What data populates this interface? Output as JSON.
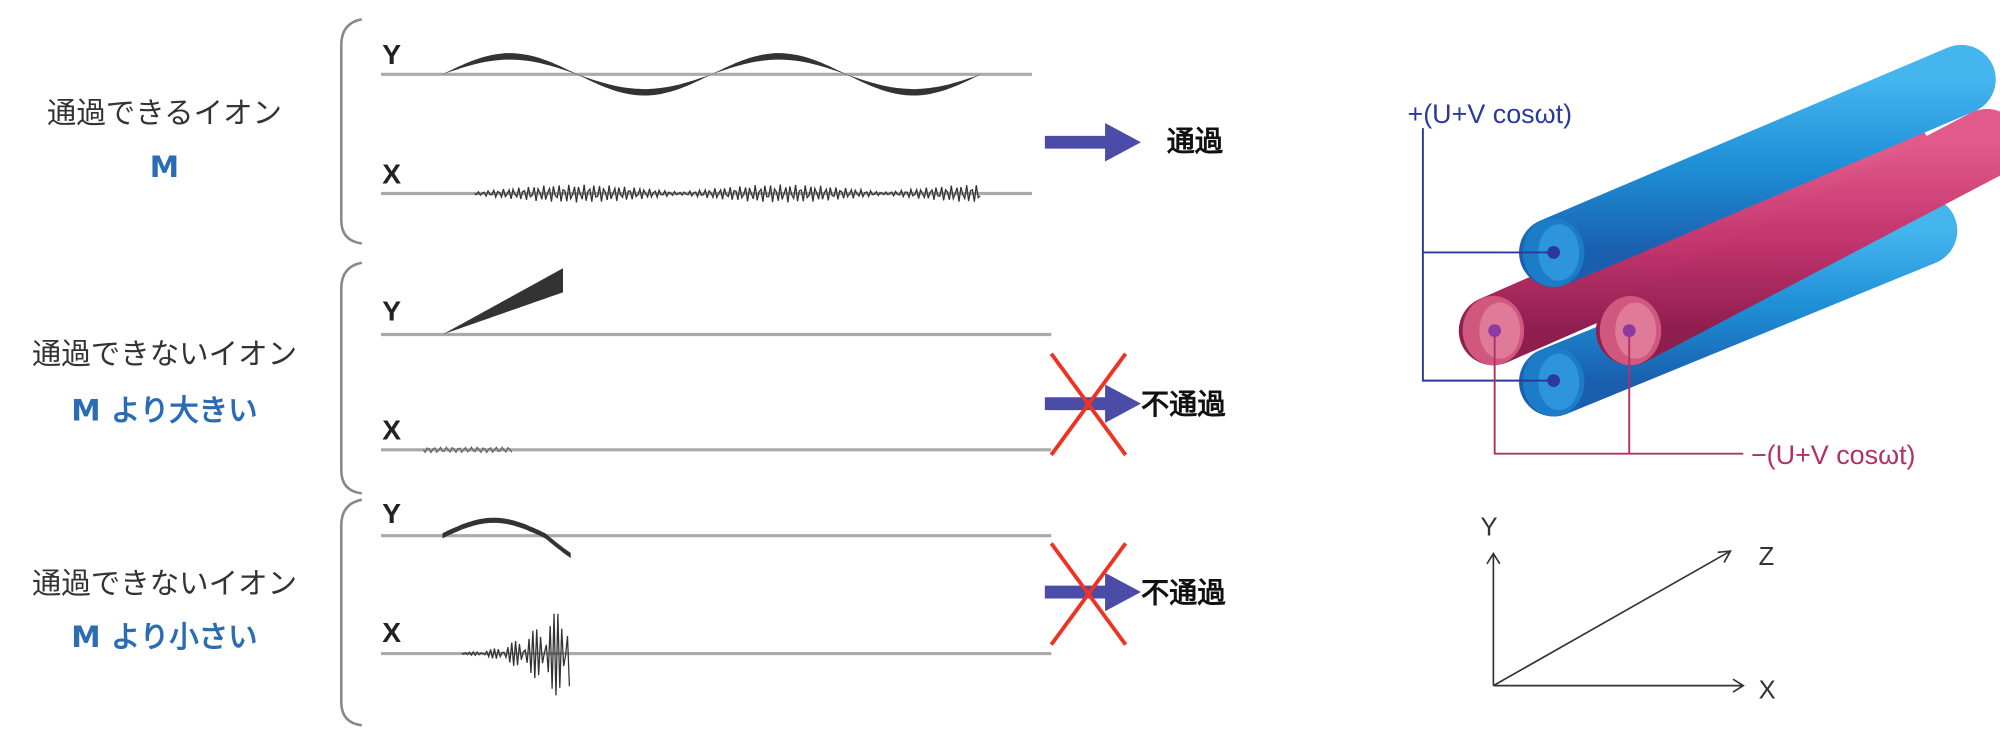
{
  "groups": [
    {
      "label": "通過できるイオン",
      "mass": "M",
      "result": "通過",
      "passes": true,
      "axis_y": "Y",
      "axis_x": "X"
    },
    {
      "label": "通過できないイオン",
      "mass": "M より大きい",
      "result": "不通過",
      "passes": false,
      "axis_y": "Y",
      "axis_x": "X"
    },
    {
      "label": "通過できないイオン",
      "mass": "M より小さい",
      "result": "不通過",
      "passes": false,
      "axis_y": "Y",
      "axis_x": "X"
    }
  ],
  "quadrupole": {
    "positive_voltage": "+(U+V cosωt)",
    "negative_voltage": "−(U+V cosωt)",
    "positive_color": "#2b3a9a",
    "negative_color": "#b0306a",
    "rod_blue": "#1e8fd6",
    "rod_red": "#c4366e"
  },
  "axes": {
    "y": "Y",
    "z": "Z",
    "x": "X"
  },
  "colors": {
    "arrow": "#4b4ba8",
    "cross": "#ee3322",
    "mass_text": "#2a6db5"
  }
}
